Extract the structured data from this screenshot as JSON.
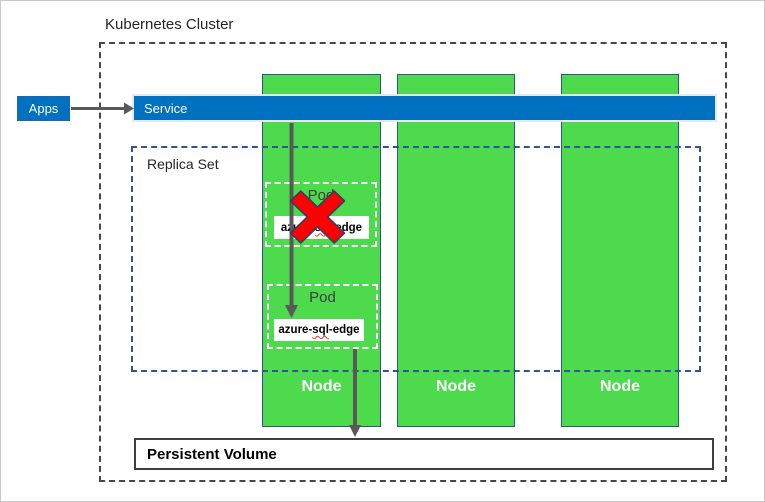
{
  "cluster": {
    "title": "Kubernetes Cluster"
  },
  "apps": {
    "label": "Apps"
  },
  "service": {
    "label": "Service"
  },
  "replica_set": {
    "label": "Replica Set"
  },
  "pods": [
    {
      "label": "Pod",
      "container_parts": [
        "azure-",
        "sql",
        "-edge"
      ],
      "status": "failed"
    },
    {
      "label": "Pod",
      "container_parts": [
        "azure-",
        "sql",
        "-edge"
      ],
      "status": "running"
    }
  ],
  "nodes": [
    {
      "label": "Node"
    },
    {
      "label": "Node"
    },
    {
      "label": "Node"
    }
  ],
  "persistent_volume": {
    "label": "Persistent Volume"
  },
  "icons": {
    "failed_cross": "red-x-failure-icon",
    "flow_arrows": "gray-arrow-icon"
  },
  "colors": {
    "blue": "#0070C0",
    "green": "#4DDB4D",
    "node_border": "#2F5496",
    "replica_border": "#2F5496",
    "cluster_border": "#474747",
    "pv_border": "#3F3F3F",
    "arrow_gray": "#595959",
    "red": "#FF0000",
    "x_outline": "#24416B",
    "service_edge": "#E6EBF1",
    "apps_border": "#2166A5",
    "text_dark": "#262626",
    "pod_text": "#3D3D3D",
    "squiggle_red": "#E03C31"
  }
}
